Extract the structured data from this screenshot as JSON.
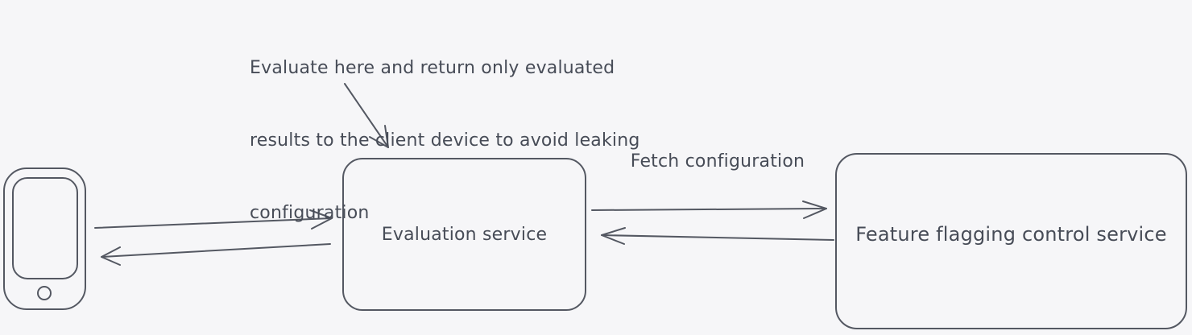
{
  "colors": {
    "background": "#f6f6f8",
    "stroke": "#545862",
    "text": "#474c57"
  },
  "annotation": {
    "lines": [
      "Evaluate here and return only evaluated",
      "results to the client device to avoid leaking",
      "configuration"
    ]
  },
  "nodes": {
    "client_device": {
      "icon": "smartphone-icon"
    },
    "evaluation_service": {
      "label": "Evaluation service"
    },
    "feature_flagging_service": {
      "label": "Feature flagging control service"
    }
  },
  "edges": {
    "client_to_evaluation": {
      "direction": "right"
    },
    "evaluation_to_client": {
      "direction": "left"
    },
    "evaluation_to_feature": {
      "direction": "right",
      "label": "Fetch configuration"
    },
    "feature_to_evaluation": {
      "direction": "left"
    },
    "annotation_pointer": {
      "direction": "down-right"
    }
  }
}
